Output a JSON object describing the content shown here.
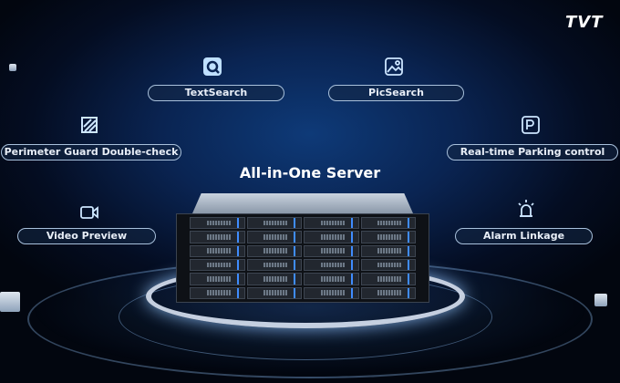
{
  "brand": {
    "logo": "TVT"
  },
  "title": "All-in-One Server",
  "features": [
    {
      "label": "TextSearch",
      "icon": "text-search-icon"
    },
    {
      "label": "PicSearch",
      "icon": "picture-search-icon"
    },
    {
      "label": "Perimeter Guard Double-check",
      "icon": "perimeter-guard-icon"
    },
    {
      "label": "Real-time Parking control",
      "icon": "parking-icon"
    },
    {
      "label": "Video Preview",
      "icon": "video-camera-icon"
    },
    {
      "label": "Alarm Linkage",
      "icon": "alarm-light-icon"
    }
  ],
  "colors": {
    "accent": "#3f8cff",
    "background": "#0a2452"
  }
}
